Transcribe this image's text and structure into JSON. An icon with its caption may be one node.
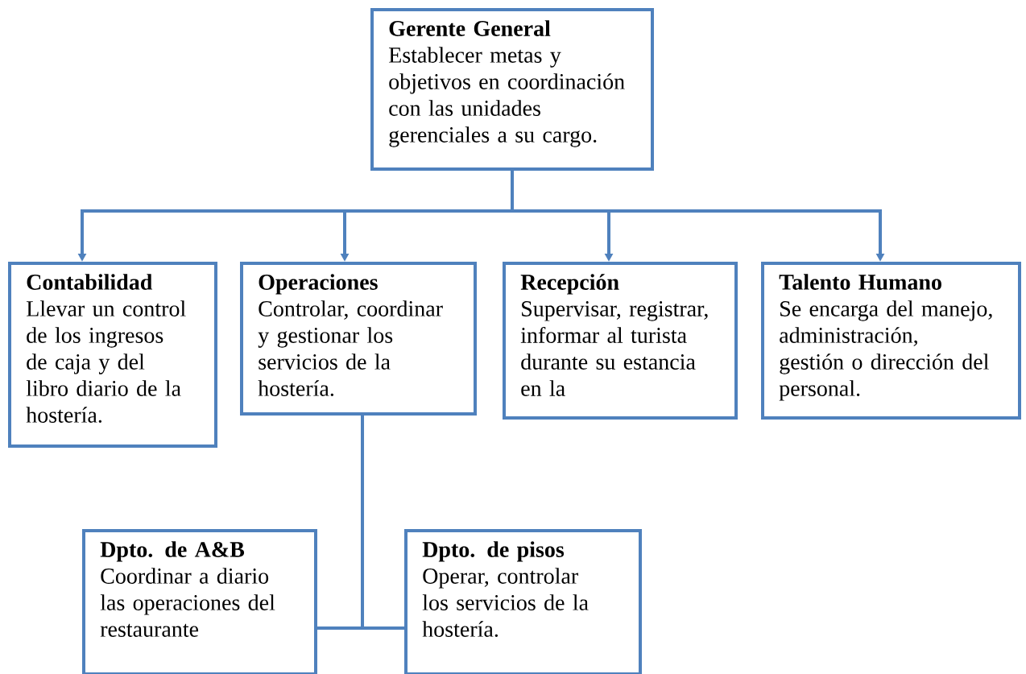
{
  "diagram": {
    "nodes": [
      {
        "text": [
          "Gerente General",
          "Establecer metas y objetivos en coordinación con las unidades gerenciales a su cargo."
        ]
      },
      {
        "text": [
          "Contabilidad",
          "Llevar un control de los ingresos de caja y del libro diario de la hostería."
        ]
      },
      {
        "text": [
          "Operaciones",
          "Controlar, coordinar y gestionar los servicios de la hostería."
        ]
      },
      {
        "text": [
          "Recepción",
          "Supervisar, registrar, informar al turista durante su estancia en la"
        ]
      },
      {
        "text": [
          "Talento Humano",
          "Se encarga del manejo, administración, gestión o dirección del personal."
        ]
      },
      {
        "text": [
          "Dpto. de A&B",
          "Coordinar a diario las operaciones del restaurante"
        ]
      },
      {
        "text": [
          "Dpto. de pisos",
          "Operar, controlar los servicios de la hostería."
        ]
      }
    ],
    "edges": [
      {
        "from": 0,
        "to": 1,
        "arrow": "to"
      },
      {
        "from": 0,
        "to": 2,
        "arrow": "to"
      },
      {
        "from": 0,
        "to": 3,
        "arrow": "to"
      },
      {
        "from": 0,
        "to": 4,
        "arrow": "to"
      },
      {
        "from": 2,
        "to": 5,
        "arrow": "none"
      },
      {
        "from": 2,
        "to": 6,
        "arrow": "none"
      }
    ]
  }
}
